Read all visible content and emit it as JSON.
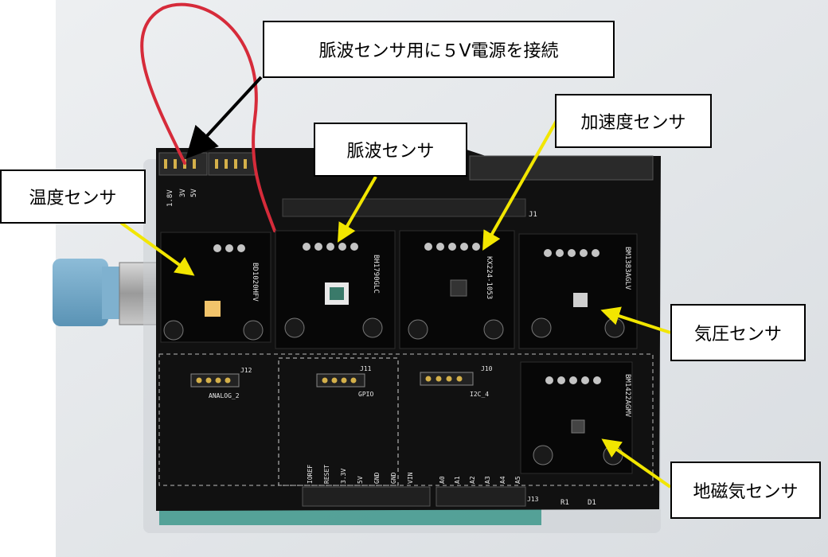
{
  "callouts": {
    "power": "脈波センサ用に５V電源を接続",
    "accelerometer": "加速度センサ",
    "pulse": "脈波センサ",
    "temperature": "温度センサ",
    "pressure": "気圧センサ",
    "magnetic": "地磁気センサ"
  },
  "board_labels": {
    "temp_chip": "BD1020HFV",
    "pulse_chip": "BH1790GLC",
    "accel_chip": "KX224-1053",
    "pressure_chip": "BM1383AGLV",
    "magnetic_chip": "BM1422AGMV",
    "analog_header": "ANALOG_2",
    "gpio_header": "GPIO",
    "i2c_header": "I2C_4",
    "j12": "J12",
    "j11": "J11",
    "j10": "J10",
    "j1": "J1",
    "j13": "J13",
    "r1": "R1",
    "d1": "D1",
    "pin_3v": "3V",
    "pin_5v": "5V",
    "pin_18v": "1.8V",
    "power_pins": [
      "IOREF",
      "RESET",
      "3.3V",
      "5V",
      "GND",
      "GND",
      "VIN"
    ],
    "analog_pins": [
      "A0",
      "A1",
      "A2",
      "A3",
      "A4",
      "A5"
    ]
  },
  "colors": {
    "board": "#111111",
    "wire": "#d62b3a",
    "arrow_black": "#000000",
    "arrow_yellow": "#f2e600",
    "background": "#e4e7ea",
    "connector": "#2a2a2a",
    "usb_blue": "#6fa8c8"
  }
}
